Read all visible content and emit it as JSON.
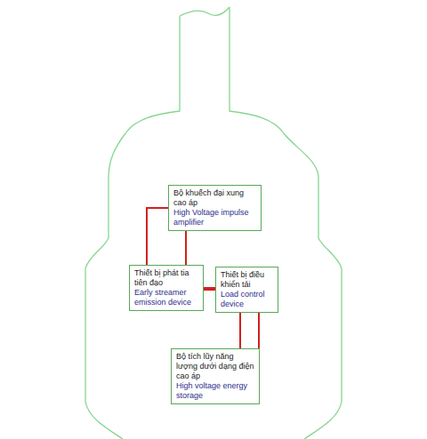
{
  "diagram": {
    "nodes": [
      {
        "text": [
          "Bộ khuếch đại xung cao áp",
          "High Voltage impulse amplifier"
        ]
      },
      {
        "text": [
          "Thiết bị phát tia tiên đạo",
          "Early streamer emission device"
        ]
      },
      {
        "text": [
          "Thiết bị điều khiển tải",
          "Load control device"
        ]
      },
      {
        "text": [
          "Bộ tích lũy năng lượng dưới dạng điện cao áp",
          "High voltage energy storage"
        ]
      }
    ],
    "edges": [
      {
        "from": 0,
        "to": 1,
        "arrow": "none"
      },
      {
        "from": 0,
        "to": 2,
        "arrow": "none"
      },
      {
        "from": 1,
        "to": 3,
        "arrow": "none"
      },
      {
        "from": 2,
        "to": 3,
        "arrow": "none"
      }
    ]
  }
}
